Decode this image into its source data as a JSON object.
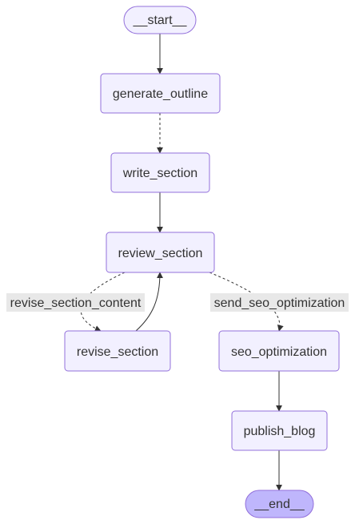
{
  "diagram": {
    "nodes": {
      "start": {
        "label": "__start__",
        "shape": "stadium"
      },
      "generate_outline": {
        "label": "generate_outline",
        "shape": "rect"
      },
      "write_section": {
        "label": "write_section",
        "shape": "rect"
      },
      "review_section": {
        "label": "review_section",
        "shape": "rect"
      },
      "revise_section": {
        "label": "revise_section",
        "shape": "rect"
      },
      "seo_optimization": {
        "label": "seo_optimization",
        "shape": "rect"
      },
      "publish_blog": {
        "label": "publish_blog",
        "shape": "rect"
      },
      "end": {
        "label": "__end__",
        "shape": "stadium"
      }
    },
    "edges": [
      {
        "from": "start",
        "to": "generate_outline",
        "style": "solid"
      },
      {
        "from": "generate_outline",
        "to": "write_section",
        "style": "dashed"
      },
      {
        "from": "write_section",
        "to": "review_section",
        "style": "solid"
      },
      {
        "from": "review_section",
        "to": "revise_section",
        "style": "dashed",
        "label": "revise_section_content"
      },
      {
        "from": "revise_section",
        "to": "review_section",
        "style": "solid"
      },
      {
        "from": "review_section",
        "to": "seo_optimization",
        "style": "dashed",
        "label": "send_seo_optimization"
      },
      {
        "from": "seo_optimization",
        "to": "publish_blog",
        "style": "solid"
      },
      {
        "from": "publish_blog",
        "to": "end",
        "style": "solid"
      }
    ],
    "colors": {
      "node_fill": "#f2f0ff",
      "node_stroke": "#9370db",
      "end_fill": "#bfb6fc",
      "edge": "#333333",
      "label_bg": "#e8e8e8",
      "text": "#333333"
    }
  }
}
